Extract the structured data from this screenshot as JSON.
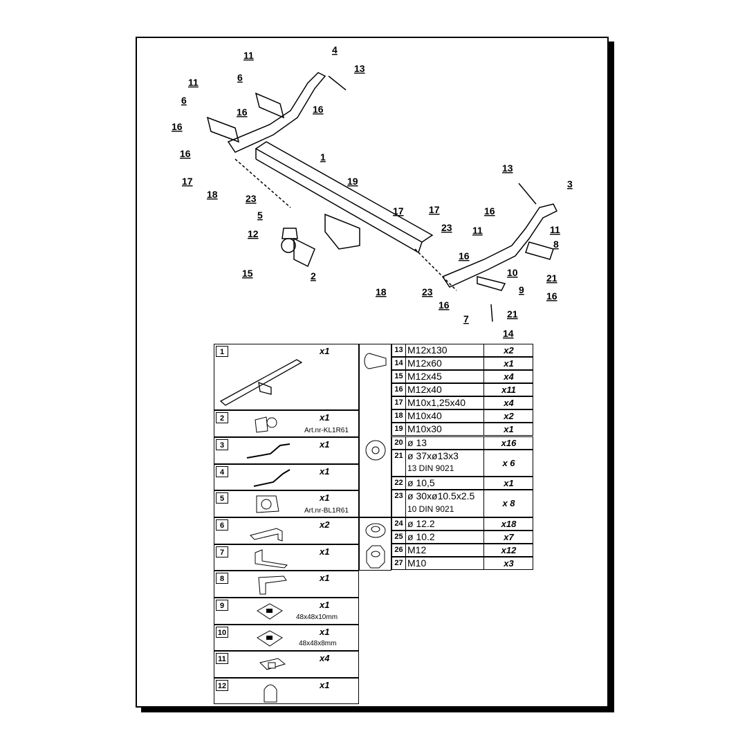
{
  "callouts": [
    "11",
    "4",
    "13",
    "6",
    "11",
    "16",
    "16",
    "6",
    "16",
    "16",
    "1",
    "17",
    "19",
    "18",
    "23",
    "5",
    "12",
    "15",
    "2",
    "13",
    "3",
    "16",
    "11",
    "11",
    "8",
    "17",
    "17",
    "23",
    "16",
    "10",
    "21",
    "9",
    "16",
    "18",
    "23",
    "16",
    "7",
    "21",
    "14"
  ],
  "left_parts": [
    {
      "num": "1",
      "qty": "x1",
      "art": ""
    },
    {
      "num": "2",
      "qty": "x1",
      "art": "Art.nr-KL1R61"
    },
    {
      "num": "3",
      "qty": "x1",
      "art": ""
    },
    {
      "num": "4",
      "qty": "x1",
      "art": ""
    },
    {
      "num": "5",
      "qty": "x1",
      "art": "Art.nr-BL1R61"
    },
    {
      "num": "6",
      "qty": "x2",
      "art": ""
    },
    {
      "num": "7",
      "qty": "x1",
      "art": ""
    },
    {
      "num": "8",
      "qty": "x1",
      "art": ""
    },
    {
      "num": "9",
      "qty": "x1",
      "art": "48x48x10mm"
    },
    {
      "num": "10",
      "qty": "x1",
      "art": "48x48x8mm"
    },
    {
      "num": "11",
      "qty": "x4",
      "art": ""
    },
    {
      "num": "12",
      "qty": "x1",
      "art": ""
    }
  ],
  "right_parts": [
    {
      "num": "13",
      "desc": "M12x130",
      "qty": "x2"
    },
    {
      "num": "14",
      "desc": "M12x60",
      "qty": "x1"
    },
    {
      "num": "15",
      "desc": "M12x45",
      "qty": "x4"
    },
    {
      "num": "16",
      "desc": "M12x40",
      "qty": "x11"
    },
    {
      "num": "17",
      "desc": "M10x1,25x40",
      "qty": "x4"
    },
    {
      "num": "18",
      "desc": "M10x40",
      "qty": "x2"
    },
    {
      "num": "19",
      "desc": "M10x30",
      "qty": "x1"
    },
    {
      "num": "20",
      "desc": "ø 13",
      "qty": "x16"
    },
    {
      "num": "21",
      "desc": "ø 37xø13x3",
      "sub": "13       DIN  9021",
      "qty": "x 6"
    },
    {
      "num": "22",
      "desc": "ø 10,5",
      "qty": "x1"
    },
    {
      "num": "23",
      "desc": "ø 30xø10.5x2.5",
      "sub": "10       DIN  9021",
      "qty": "x 8"
    },
    {
      "num": "24",
      "desc": "ø 12.2",
      "qty": "x18"
    },
    {
      "num": "25",
      "desc": "ø 10.2",
      "qty": "x7"
    },
    {
      "num": "26",
      "desc": "M12",
      "qty": "x12"
    },
    {
      "num": "27",
      "desc": "M10",
      "qty": "x3"
    }
  ]
}
